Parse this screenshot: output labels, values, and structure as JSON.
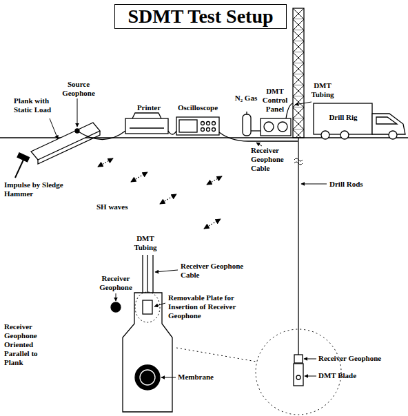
{
  "diagram": {
    "title": "SDMT Test Setup",
    "labels": [
      "Plank with Static Load",
      "Source Geophone",
      "Printer",
      "Oscilloscope",
      "N₂ Gas",
      "DMT Control Panel",
      "DMT Tubing",
      "Drill Rig",
      "Impulse by Sledge Hammer",
      "SH waves",
      "Receiver Geophone Cable",
      "Drill Rods",
      "DMT Tubing",
      "Receiver Geophone Cable",
      "Receiver Geophone",
      "Removable Plate for Insertion of Receiver Geophone",
      "Receiver Geophone Oriented Parallel to Plank",
      "Membrane",
      "Receiver Geophone",
      "DMT Blade"
    ]
  }
}
